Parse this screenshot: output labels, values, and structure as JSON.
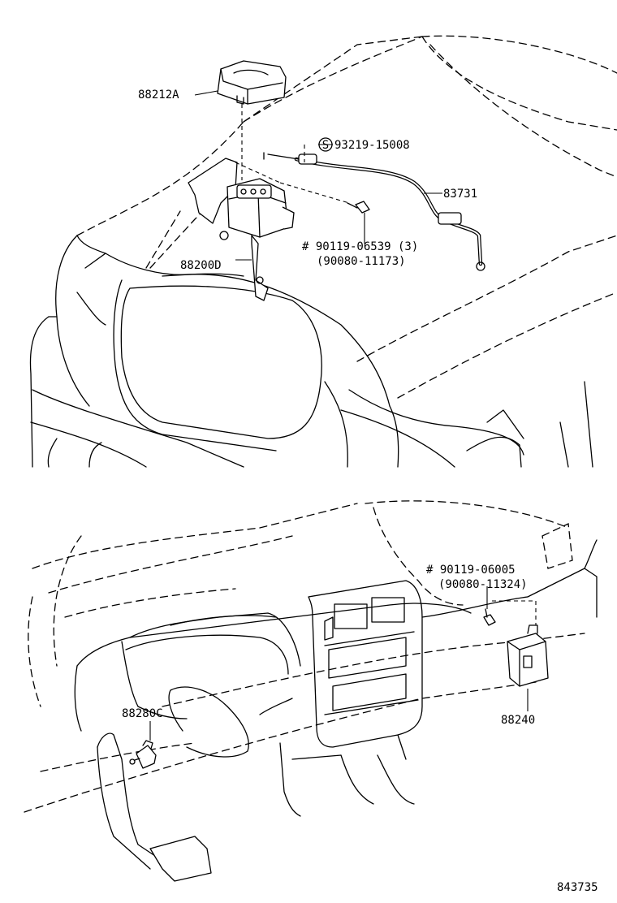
{
  "labels": {
    "computer": "88212A",
    "actuator": "88200D",
    "cable": "83731",
    "stud_bolt": "93219-15008",
    "stud_bolt_mark": "S",
    "bolt_upper": "# 90119-06539 (3)",
    "bolt_upper_alt": "(90080-11173)",
    "bolt_lower": "# 90119-06005",
    "bolt_lower_alt": "(90080-11324)",
    "switch": "88280C",
    "module": "88240",
    "diagram_number": "843735"
  }
}
